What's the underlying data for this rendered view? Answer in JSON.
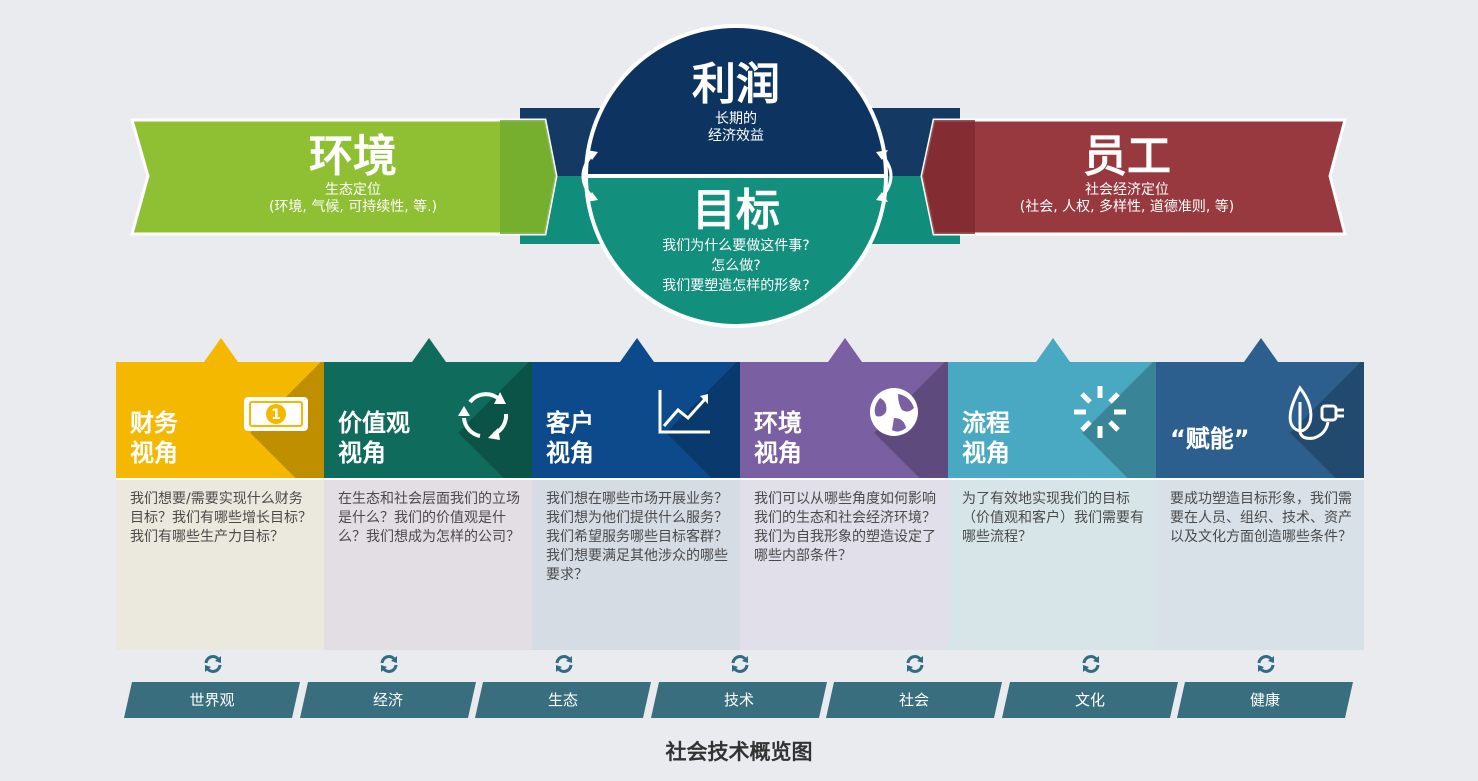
{
  "top": {
    "profit": {
      "title": "利润",
      "lines": [
        "长期的",
        "经济效益"
      ]
    },
    "goal": {
      "title": "目标",
      "lines": [
        "我们为什么要做这件事?",
        "怎么做?",
        "我们要塑造怎样的形象?"
      ]
    },
    "environment": {
      "title": "环境",
      "lines": [
        "生态定位",
        "(环境, 气候, 可持续性, 等.)"
      ]
    },
    "employees": {
      "title": "员工",
      "lines": [
        "社会经济定位",
        "(社会, 人权, 多样性, 道德准则, 等)"
      ]
    }
  },
  "columns": [
    {
      "title1": "财务",
      "title2": "视角",
      "icon": "banknote-icon",
      "color": "#f5b800",
      "tint": "#ebe8dd",
      "text": "我们想要/需要实现什么财务目标？我们有哪些增长目标？我们有哪些生产力目标？"
    },
    {
      "title1": "价值观",
      "title2": "视角",
      "icon": "cycle-arrows-icon",
      "color": "#0f6b5c",
      "tint": "#e2dee3",
      "text": "在生态和社会层面我们的立场是什么？我们的价值观是什么？我们想成为怎样的公司？"
    },
    {
      "title1": "客户",
      "title2": "视角",
      "icon": "line-chart-icon",
      "color": "#0c4a8c",
      "tint": "#d6dce4",
      "text": "我们想在哪些市场开展业务？我们想为他们提供什么服务？我们希望服务哪些目标客群？我们想要满足其他涉众的哪些要求？"
    },
    {
      "title1": "环境",
      "title2": "视角",
      "icon": "globe-icon",
      "color": "#7a5fa2",
      "tint": "#e1dfe9",
      "text": "我们可以从哪些角度如何影响我们的生态和社会经济环境？我们为自我形象的塑造设定了哪些内部条件？"
    },
    {
      "title1": "流程",
      "title2": "视角",
      "icon": "loading-spinner-icon",
      "color": "#49a9c2",
      "tint": "#d8e5e8",
      "text": "为了有效地实现我们的目标（价值观和客户）我们需要有哪些流程？"
    },
    {
      "title1": "“赋能”",
      "title2": "",
      "icon": "plug-leaf-icon",
      "color": "#2c5f8e",
      "tint": "#d9e1e8",
      "text": "要成功塑造目标形象，我们需要在人员、组织、技术、资产以及文化方面创造哪些条件？"
    }
  ],
  "tags": [
    "世界观",
    "经济",
    "生态",
    "技术",
    "社会",
    "文化",
    "健康"
  ],
  "caption": "社会技术概览图"
}
